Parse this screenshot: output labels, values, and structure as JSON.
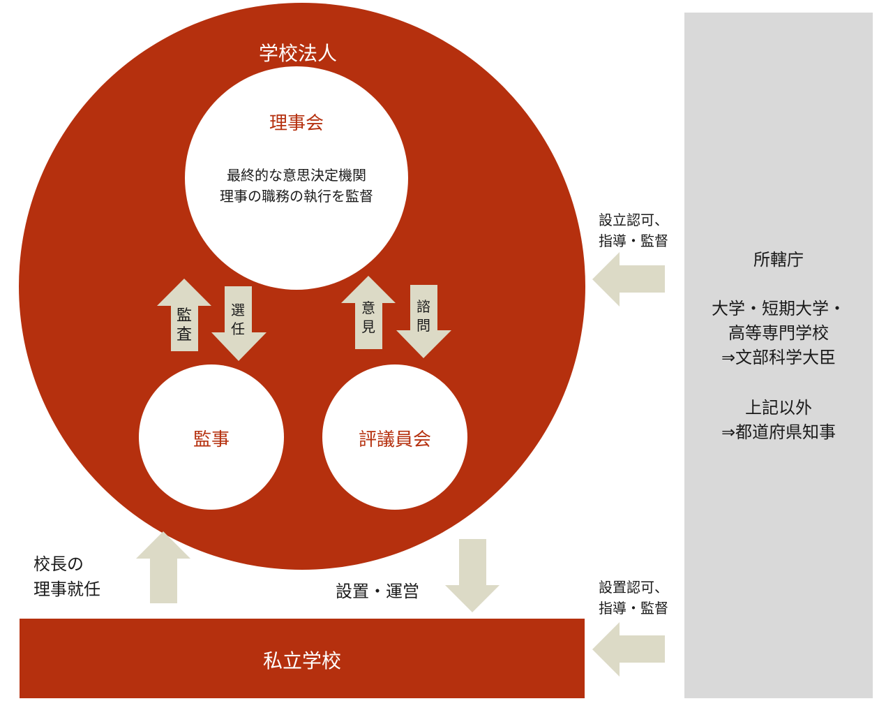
{
  "colors": {
    "brand_red": "#b5300e",
    "arrow_beige": "#dcdac6",
    "panel_gray": "#d9d9d9",
    "white": "#ffffff",
    "text_dark": "#1a1a1a"
  },
  "corporation": {
    "title": "学校法人"
  },
  "board": {
    "title": "理事会",
    "line1": "最終的な意思決定機関",
    "line2": "理事の職務の執行を監督"
  },
  "auditor": {
    "title": "監事"
  },
  "council": {
    "title": "評議員会"
  },
  "arrows": {
    "audit": [
      "監",
      "査"
    ],
    "select": [
      "選",
      "任"
    ],
    "opinion": [
      "意",
      "見"
    ],
    "consult": [
      "諮",
      "問"
    ]
  },
  "school": {
    "title": "私立学校"
  },
  "principal": {
    "line1": "校長の",
    "line2": "理事就任"
  },
  "establish": {
    "label": "設置・運営"
  },
  "authority_upper": {
    "line1": "設立認可、",
    "line2": "指導・監督"
  },
  "authority_lower": {
    "line1": "設置認可、",
    "line2": "指導・監督"
  },
  "agency": {
    "title": "所轄庁",
    "group1": [
      "大学・短期大学・",
      "高等専門学校",
      "⇒文部科学大臣"
    ],
    "group2": [
      "上記以外",
      "⇒都道府県知事"
    ]
  }
}
